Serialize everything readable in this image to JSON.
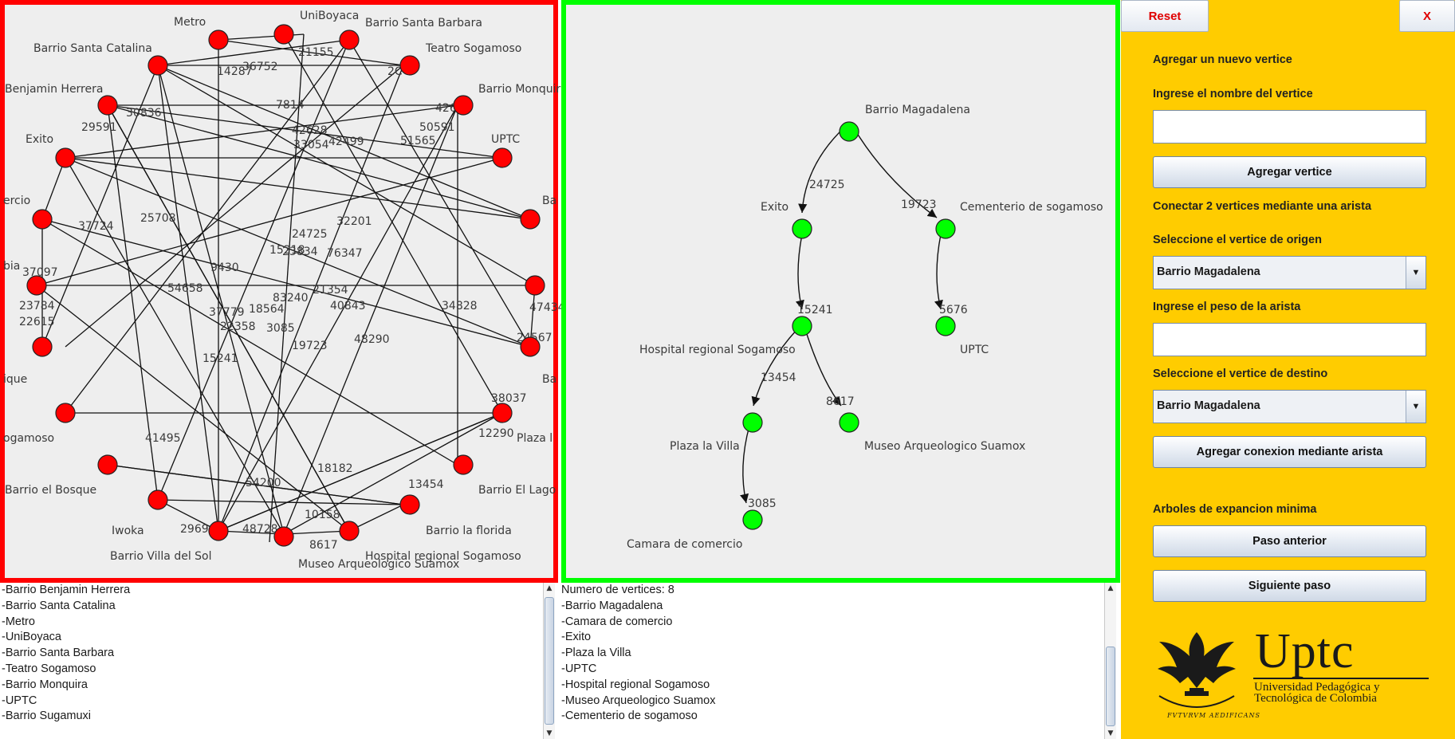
{
  "colors": {
    "full_border": "#ff0000",
    "tree_border": "#00ff00",
    "full_node": "#ff0000",
    "tree_node": "#00ff00",
    "panel": "#ffcc00"
  },
  "full_graph": {
    "node_labels": [
      "Metro",
      "UniBoyaca",
      "Barrio Santa Barbara",
      "Barrio Santa Catalina",
      "Teatro Sogamoso",
      "Benjamin Herrera",
      "Barrio Monquir",
      "UPTC",
      "Exito",
      "Ba",
      "ercio",
      "bia",
      "Ba",
      "ique",
      "ogamoso",
      "Plaza l",
      "Barrio el Bosque",
      "Barrio El Lago",
      "Iwoka",
      "Barrio la florida",
      "Barrio Villa del Sol",
      "Museo Arqueologico Suamox",
      "Hospital regional Sogamoso"
    ],
    "edge_labels": [
      "21155",
      "36752",
      "14287",
      "2C",
      "426",
      "7814",
      "30836",
      "29591",
      "42628",
      "50591",
      "33054",
      "42499",
      "51565",
      "25708",
      "37724",
      "24725",
      "32201",
      "15218",
      "23834",
      "76347",
      "9430",
      "37097",
      "54658",
      "83240",
      "21354",
      "47434",
      "23784",
      "40843",
      "34828",
      "22615",
      "37779",
      "18564",
      "22358",
      "3085",
      "48290",
      "24567",
      "19723",
      "15241",
      "38037",
      "12290",
      "41495",
      "18182",
      "54200",
      "13454",
      "10158",
      "29696",
      "48728",
      "8617"
    ]
  },
  "tree_graph": {
    "node_labels": [
      "Barrio Magadalena",
      "Exito",
      "Cementerio de sogamoso",
      "Hospital regional Sogamoso",
      "UPTC",
      "Plaza la Villa",
      "Museo Arqueologico Suamox",
      "Camara de comercio"
    ],
    "edge_labels": [
      "24725",
      "19723",
      "15241",
      "5676",
      "13454",
      "8617",
      "3085"
    ]
  },
  "left_list": {
    "lines": [
      "-Barrio Benjamin Herrera",
      "-Barrio Santa Catalina",
      "-Metro",
      "-UniBoyaca",
      "-Barrio Santa Barbara",
      "-Teatro Sogamoso",
      "-Barrio Monquira",
      "-UPTC",
      "-Barrio Sugamuxi"
    ]
  },
  "right_list": {
    "lines": [
      "Numero de vertices: 8",
      "-Barrio Magadalena",
      "-Camara de comercio",
      "-Exito",
      "-Plaza la Villa",
      "-UPTC",
      "-Hospital regional Sogamoso",
      "-Museo Arqueologico Suamox",
      "-Cementerio de sogamoso"
    ]
  },
  "controls": {
    "reset_label": "Reset",
    "close_label": "X",
    "add_vertex_heading": "Agregar un nuevo vertice",
    "vertex_name_label": "Ingrese el nombre del vertice",
    "vertex_name_value": "",
    "add_vertex_button": "Agregar vertice",
    "connect_heading": "Conectar 2 vertices mediante una arista",
    "origin_label": "Seleccione el vertice de origen",
    "origin_value": "Barrio Magadalena",
    "weight_label": "Ingrese el peso de la arista",
    "weight_value": "",
    "destination_label": "Seleccione el vertice de destino",
    "destination_value": "Barrio Magadalena",
    "add_edge_button": "Agregar conexion mediante arista",
    "mst_heading": "Arboles de expancion minima",
    "prev_button": "Paso anterior",
    "next_button": "Siguiente paso"
  },
  "logo": {
    "crest_motto": "FVTVRVM AEDIFICANS",
    "wordmark": "Uptc",
    "university_line1": "Universidad Pedagógica y",
    "university_line2": "Tecnológica de Colombia"
  }
}
